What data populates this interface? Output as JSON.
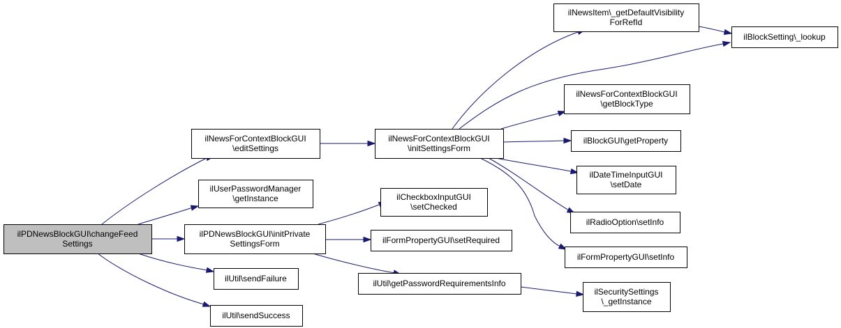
{
  "diagram": {
    "type": "call-graph",
    "colors": {
      "edge": "#191970",
      "root_fill": "#bfbfbf",
      "node_fill": "#ffffff",
      "border": "#000000"
    },
    "nodes": [
      {
        "id": "root",
        "lines": [
          "ilPDNewsBlockGUI\\changeFeed",
          "Settings"
        ],
        "highlighted": true
      },
      {
        "id": "editSettings",
        "lines": [
          "ilNewsForContextBlockGUI",
          "\\editSettings"
        ]
      },
      {
        "id": "upmGetInstance",
        "lines": [
          "ilUserPasswordManager",
          "\\getInstance"
        ]
      },
      {
        "id": "initPrivate",
        "lines": [
          "ilPDNewsBlockGUI\\initPrivate",
          "SettingsForm"
        ]
      },
      {
        "id": "sendFailure",
        "lines": [
          "ilUtil\\sendFailure"
        ]
      },
      {
        "id": "sendSuccess",
        "lines": [
          "ilUtil\\sendSuccess"
        ]
      },
      {
        "id": "initSettingsForm",
        "lines": [
          "ilNewsForContextBlockGUI",
          "\\initSettingsForm"
        ]
      },
      {
        "id": "setChecked",
        "lines": [
          "ilCheckboxInputGUI",
          "\\setChecked"
        ]
      },
      {
        "id": "setRequired",
        "lines": [
          "ilFormPropertyGUI\\setRequired"
        ]
      },
      {
        "id": "pwReqInfo",
        "lines": [
          "ilUtil\\getPasswordRequirementsInfo"
        ]
      },
      {
        "id": "defaultVis",
        "lines": [
          "ilNewsItem\\_getDefaultVisibility",
          "ForRefId"
        ]
      },
      {
        "id": "lookup",
        "lines": [
          "ilBlockSetting\\_lookup"
        ]
      },
      {
        "id": "getBlockType",
        "lines": [
          "ilNewsForContextBlockGUI",
          "\\getBlockType"
        ]
      },
      {
        "id": "getProperty",
        "lines": [
          "ilBlockGUI\\getProperty"
        ]
      },
      {
        "id": "setDate",
        "lines": [
          "ilDateTimeInputGUI",
          "\\setDate"
        ]
      },
      {
        "id": "radioSetInfo",
        "lines": [
          "ilRadioOption\\setInfo"
        ]
      },
      {
        "id": "fpSetInfo",
        "lines": [
          "ilFormPropertyGUI\\setInfo"
        ]
      },
      {
        "id": "secGetInstance",
        "lines": [
          "ilSecuritySettings",
          "\\_getInstance"
        ]
      }
    ],
    "edges": [
      {
        "from": "root",
        "to": "editSettings"
      },
      {
        "from": "root",
        "to": "upmGetInstance"
      },
      {
        "from": "root",
        "to": "initPrivate"
      },
      {
        "from": "root",
        "to": "sendFailure"
      },
      {
        "from": "root",
        "to": "sendSuccess"
      },
      {
        "from": "editSettings",
        "to": "initSettingsForm"
      },
      {
        "from": "initPrivate",
        "to": "setChecked"
      },
      {
        "from": "initPrivate",
        "to": "setRequired"
      },
      {
        "from": "initPrivate",
        "to": "pwReqInfo"
      },
      {
        "from": "initSettingsForm",
        "to": "defaultVis"
      },
      {
        "from": "initSettingsForm",
        "to": "lookup"
      },
      {
        "from": "initSettingsForm",
        "to": "getBlockType"
      },
      {
        "from": "initSettingsForm",
        "to": "getProperty"
      },
      {
        "from": "initSettingsForm",
        "to": "setDate"
      },
      {
        "from": "initSettingsForm",
        "to": "radioSetInfo"
      },
      {
        "from": "initSettingsForm",
        "to": "fpSetInfo"
      },
      {
        "from": "defaultVis",
        "to": "lookup"
      },
      {
        "from": "pwReqInfo",
        "to": "secGetInstance"
      }
    ]
  }
}
